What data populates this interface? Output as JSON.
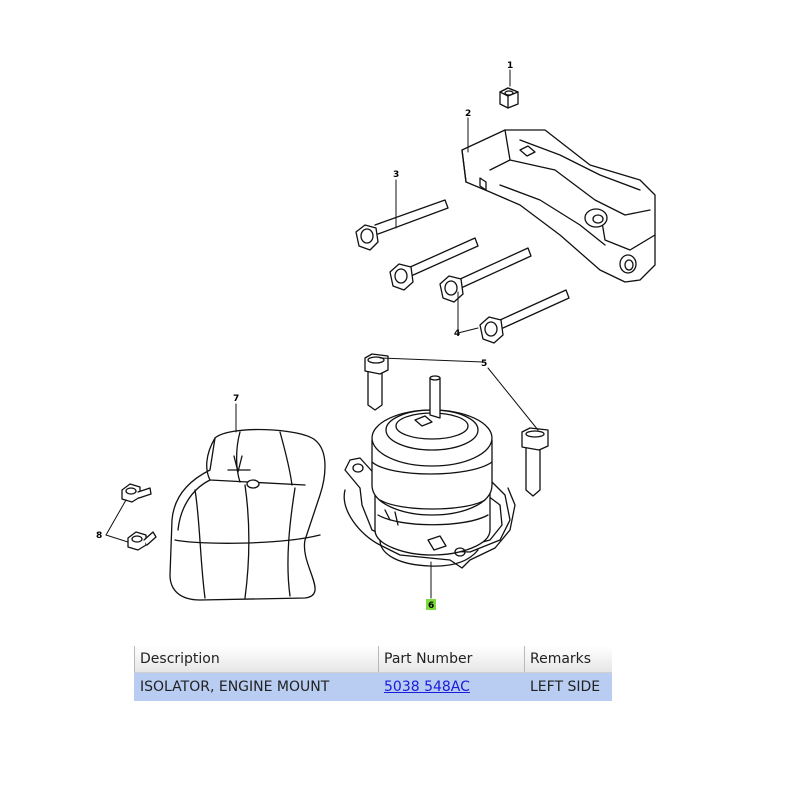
{
  "callouts": {
    "c1": "1",
    "c2": "2",
    "c3": "3",
    "c4": "4",
    "c5": "5",
    "c6": "6",
    "c7": "7",
    "c8": "8"
  },
  "highlight_color": "#7ddc3c",
  "row_highlight_color": "#b8cdf1",
  "table": {
    "headers": [
      "Description",
      "Part Number",
      "Remarks"
    ],
    "rows": [
      {
        "description": "ISOLATOR, ENGINE MOUNT",
        "part_number": "5038 548AC",
        "remarks": "LEFT SIDE"
      }
    ]
  }
}
